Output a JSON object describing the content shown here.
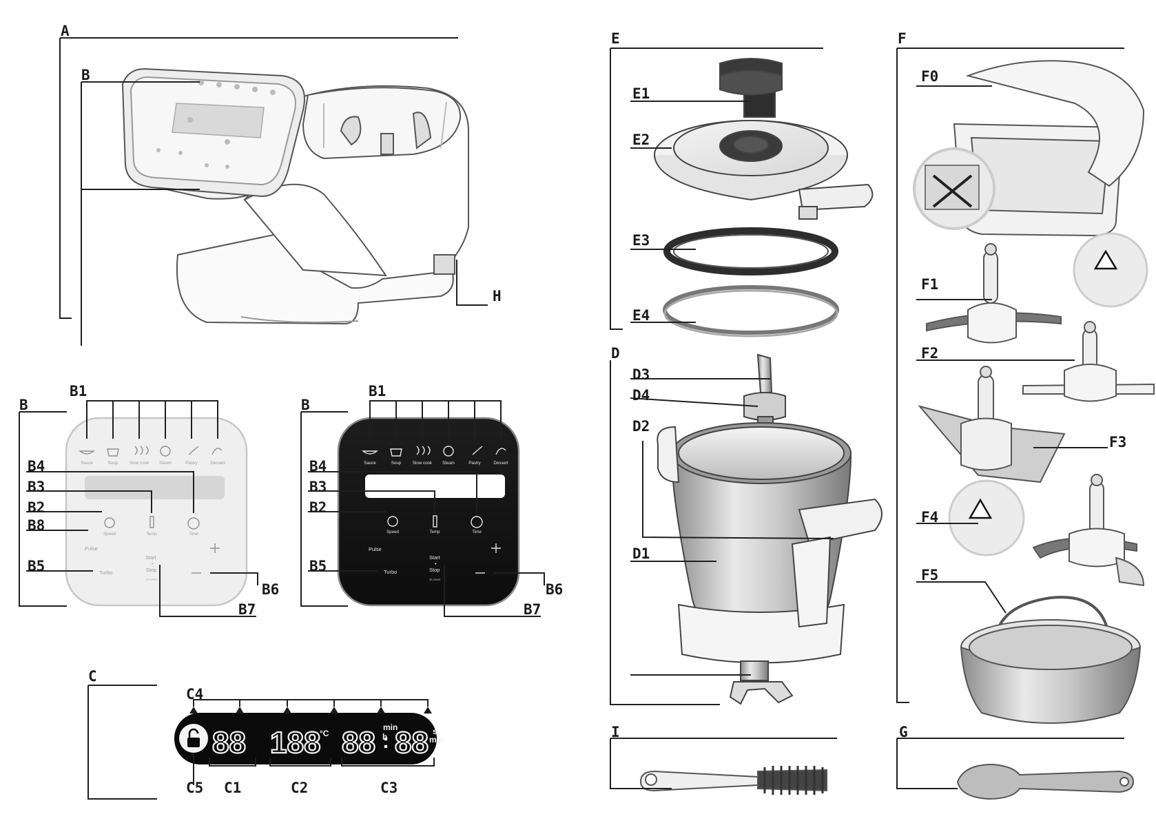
{
  "labels": {
    "A": "A",
    "B": "B",
    "H": "H",
    "E": "E",
    "E1": "E1",
    "E2": "E2",
    "E3": "E3",
    "E4": "E4",
    "D": "D",
    "D1": "D1",
    "D2": "D2",
    "D3": "D3",
    "D4": "D4",
    "F": "F",
    "F0": "F0",
    "F1": "F1",
    "F2": "F2",
    "F3": "F3",
    "F4": "F4",
    "F5": "F5",
    "G": "G",
    "I": "I",
    "C": "C",
    "C1": "C1",
    "C2": "C2",
    "C3": "C3",
    "C4": "C4",
    "C5": "C5",
    "B1": "B1",
    "B2": "B2",
    "B3": "B3",
    "B4": "B4",
    "B5": "B5",
    "B6": "B6",
    "B7": "B7",
    "B8": "B8"
  },
  "panel": {
    "programs": [
      "Sauce",
      "Soup",
      "Slow cook",
      "Steam",
      "Pastry",
      "Dessert"
    ],
    "speed": "Speed",
    "temp": "Temp",
    "time": "Time",
    "pulse": "Pulse",
    "turbo": "Turbo",
    "plus": "+",
    "minus": "—",
    "start": "Start",
    "dot": "•",
    "stop": "Stop",
    "hold": "3s reset"
  },
  "display": {
    "digits1": "88",
    "digits2": "188",
    "digits3": "88",
    "digits4": "88",
    "sep": ":",
    "unit_c": "°C",
    "unit_min": "min",
    "unit_h": "h",
    "unit_s": "s",
    "unit_min2": "min"
  }
}
